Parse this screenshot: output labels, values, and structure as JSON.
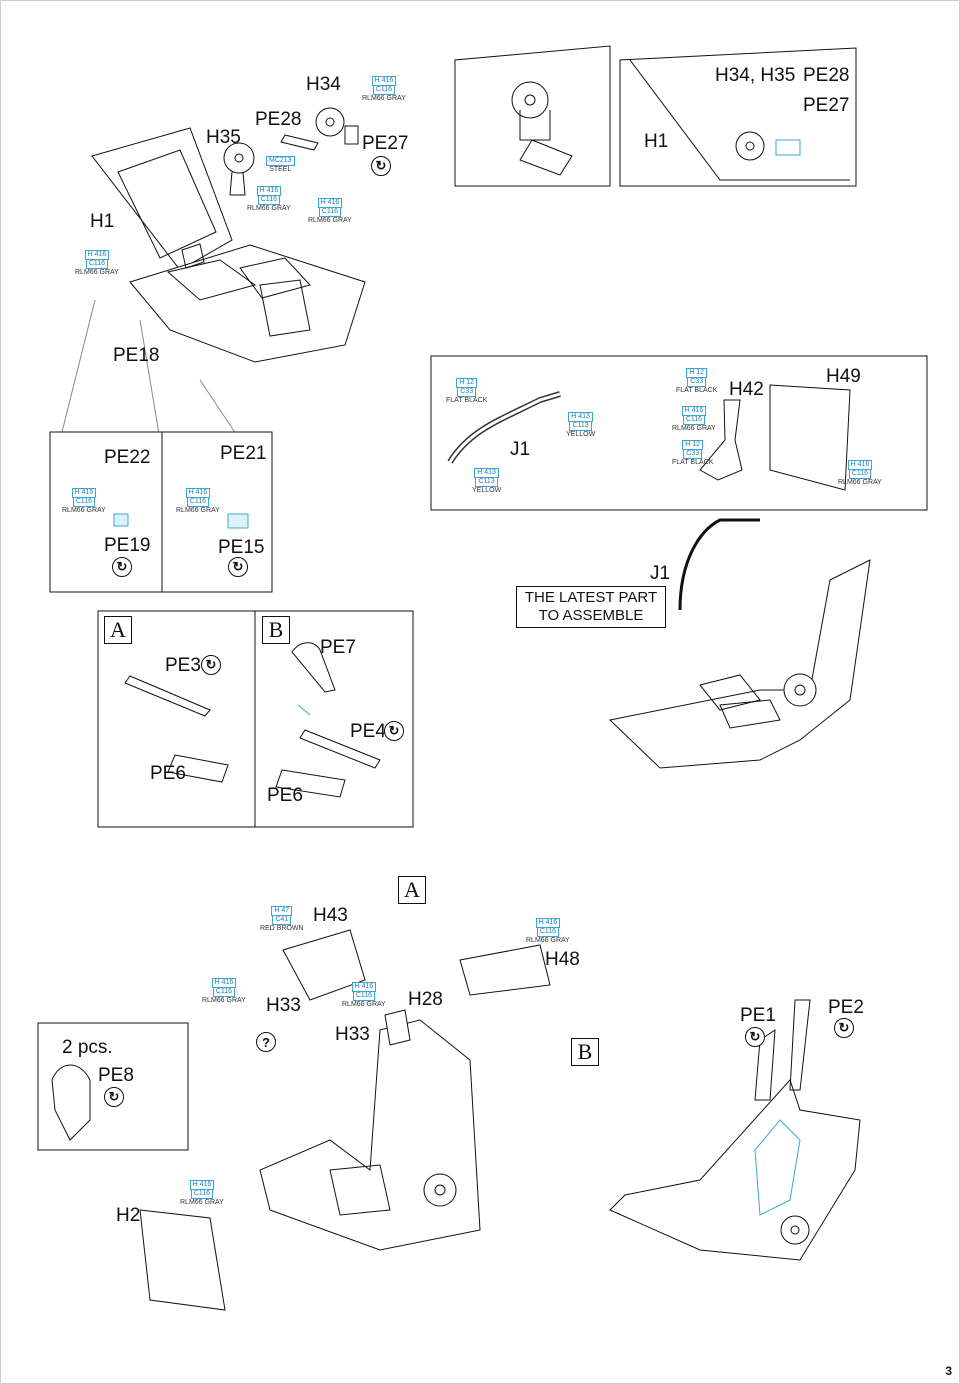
{
  "labels": {
    "h1_top": "H1",
    "h35": "H35",
    "pe28_top": "PE28",
    "h34": "H34",
    "pe27_top": "PE27",
    "h1_detail": "H1",
    "h34_h35": "H34, H35",
    "pe28_detail": "PE28",
    "pe27_detail": "PE27",
    "pe18": "PE18",
    "pe22": "PE22",
    "pe21": "PE21",
    "pe19": "PE19",
    "pe15": "PE15",
    "j1_hose": "J1",
    "h42": "H42",
    "h49": "H49",
    "j1_seat": "J1",
    "latest_note": "THE LATEST PART TO ASSEMBLE",
    "box_a": "A",
    "box_b": "B",
    "pe3": "PE3",
    "pe7": "PE7",
    "pe4": "PE4",
    "pe6_a": "PE6",
    "pe6_b": "PE6",
    "box_a_lower": "A",
    "h43": "H43",
    "h48": "H48",
    "h33_a": "H33",
    "h28": "H28",
    "h33_b": "H33",
    "question": "?",
    "box_b_lower": "B",
    "two_pcs": "2 pcs.",
    "pe8": "PE8",
    "pe1": "PE1",
    "pe2": "PE2",
    "h2": "H2",
    "page_number": "3"
  },
  "colors": {
    "h416": {
      "code": "H 416",
      "c": "C116",
      "name": "RLM66 GRAY"
    },
    "h12": {
      "code": "H 12",
      "c": "C33",
      "name": "FLAT BLACK"
    },
    "h413": {
      "code": "H 413",
      "c": "C113",
      "name": "YELLOW"
    },
    "mc213": {
      "code": "MC213",
      "c": "",
      "name": "STEEL"
    },
    "h47": {
      "code": "H 47",
      "c": "C41",
      "name": "RED BROWN"
    }
  },
  "step_icon": "rotate-arrow-icon",
  "accent": "#3aa6d6"
}
